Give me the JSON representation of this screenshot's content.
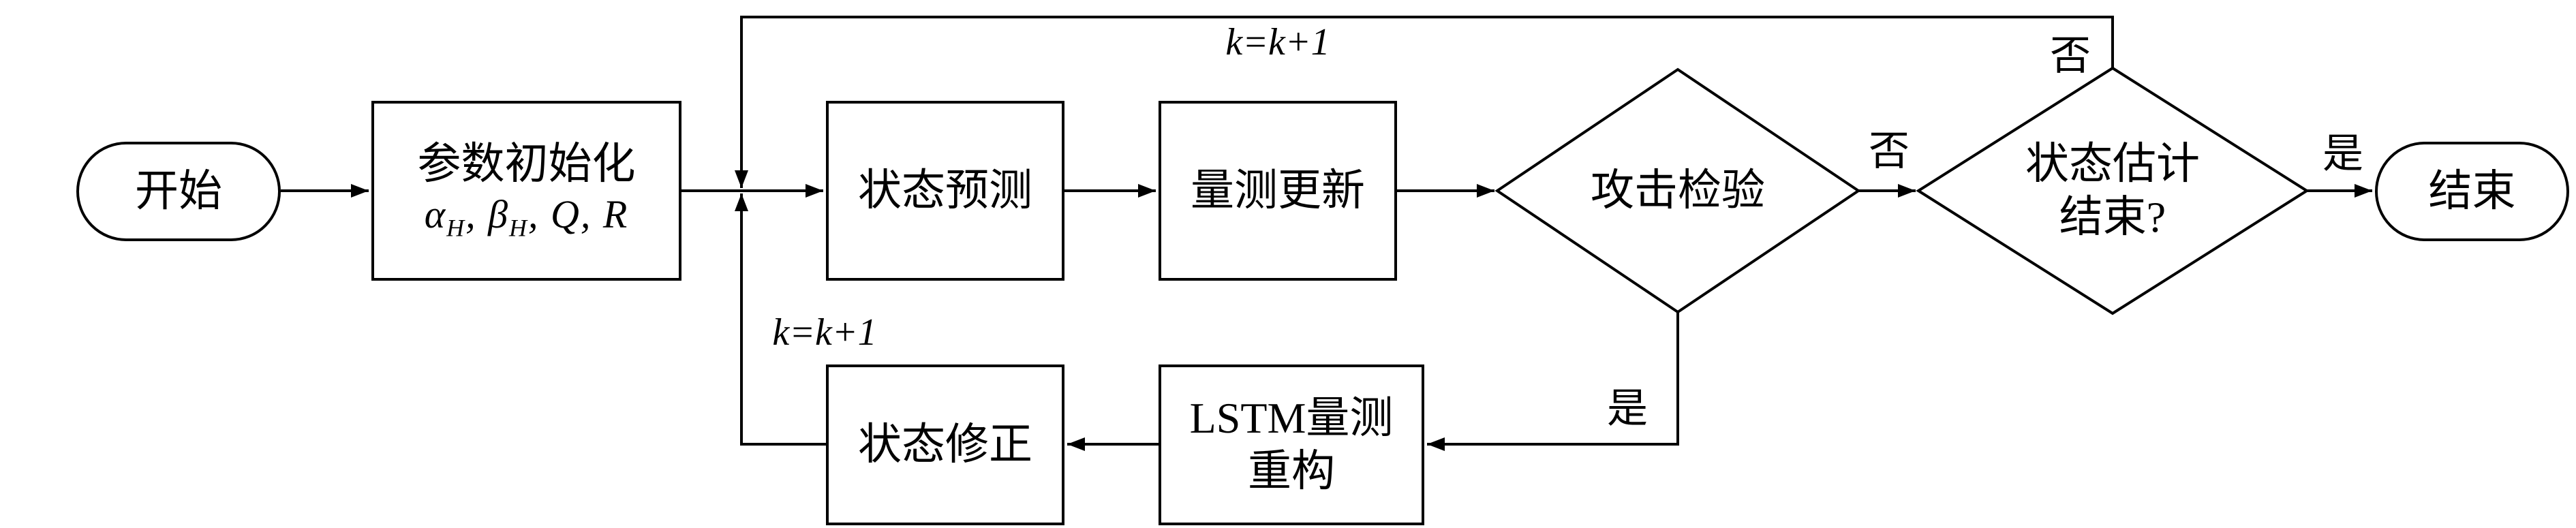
{
  "diagram": {
    "nodes": {
      "start": {
        "label": "开始"
      },
      "init": {
        "line1": "参数初始化",
        "math": [
          "α",
          "H",
          ",  ",
          "β",
          "H",
          ",  Q,  R"
        ]
      },
      "predict": {
        "label": "状态预测"
      },
      "update": {
        "label": "量测更新"
      },
      "attack": {
        "label": "攻击检验"
      },
      "finish": {
        "line1": "状态估计",
        "line2": "结束?"
      },
      "end": {
        "label": "结束"
      },
      "lstm": {
        "line1": "LSTM量测",
        "line2": "重构"
      },
      "correct": {
        "label": "状态修正"
      }
    },
    "labels": {
      "k_top": "k=k+1",
      "k_left": "k=k+1",
      "no_top": "否",
      "no_mid": "否",
      "yes_right": "是",
      "yes_bottom": "是"
    },
    "colors": {
      "stroke": "#000000",
      "background": "#ffffff"
    }
  }
}
